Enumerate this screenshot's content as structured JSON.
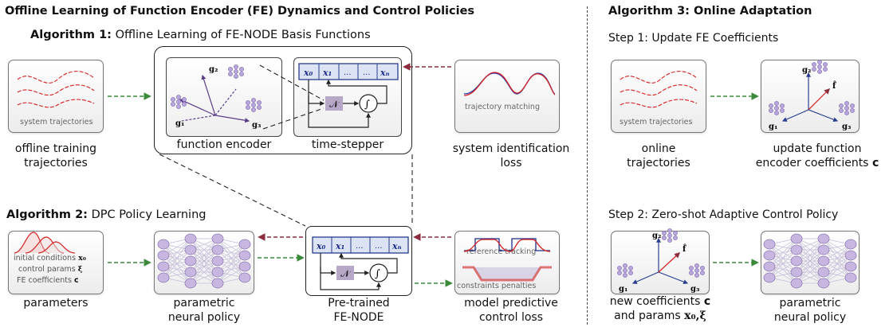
{
  "left": {
    "title": "Offline Learning of Function Encoder (FE) Dynamics and Control Policies",
    "alg1": {
      "prefix": "Algorithm 1:",
      "text": "Offline Learning of FE-NODE Basis Functions"
    },
    "alg2": {
      "prefix": "Algorithm 2:",
      "text": "DPC Policy Learning"
    },
    "offline_box": {
      "label": "system trajectories",
      "caption1": "offline training",
      "caption2": "trajectories"
    },
    "fe_caption": "function encoder",
    "ts_caption": "time-stepper",
    "sysid_box": {
      "label": "trajectory matching",
      "caption1": "system identification",
      "caption2": "loss"
    },
    "params_box": {
      "line1": "initial conditions",
      "sym1": "x₀",
      "line2": "control params",
      "sym2": "ξ",
      "line3": "FE coefficients",
      "sym3": "c",
      "caption": "parameters"
    },
    "policy_caption1": "parametric",
    "policy_caption2": "neural policy",
    "node_caption1": "Pre-trained",
    "node_caption2": "FE-NODE",
    "mpc_box": {
      "label1": "reference tracking",
      "label2": "constraints penalties",
      "caption1": "model predictive",
      "caption2": "control loss"
    },
    "state_cells": [
      "x₀",
      "x₁",
      "...",
      "...",
      "xₙ"
    ],
    "net_symbol": "𝒩",
    "integrator_symbol": "∫",
    "basis": {
      "g1": "g₁",
      "g2": "g₂",
      "g3": "g₃",
      "f": "f̂"
    }
  },
  "right": {
    "title": "Algorithm 3: Online Adaptation",
    "step1": "Step 1: Update FE Coefficients",
    "step2": "Step 2: Zero-shot Adaptive Control Policy",
    "online_box_label": "system trajectories",
    "online_caption1": "online",
    "online_caption2": "trajectories",
    "update_caption1": "update function",
    "update_caption2": "encoder coefficients",
    "update_sym": "c",
    "newcoef_caption1": "new coefficients",
    "newcoef_sym1": "c",
    "newcoef_caption2": "and params",
    "newcoef_sym2": "x₀,ξ",
    "policy_caption1": "parametric",
    "policy_caption2": "neural policy"
  },
  "colors": {
    "green_arrow": "#3a8a3a",
    "red_arrow": "#8b2d3c",
    "cell_blue": "#2d4fa0",
    "neuron": "#c7b6e0",
    "neuron_edge": "#8f7bb5",
    "traj_red": "#d42020",
    "basis_purple": "#5a3d8a"
  }
}
